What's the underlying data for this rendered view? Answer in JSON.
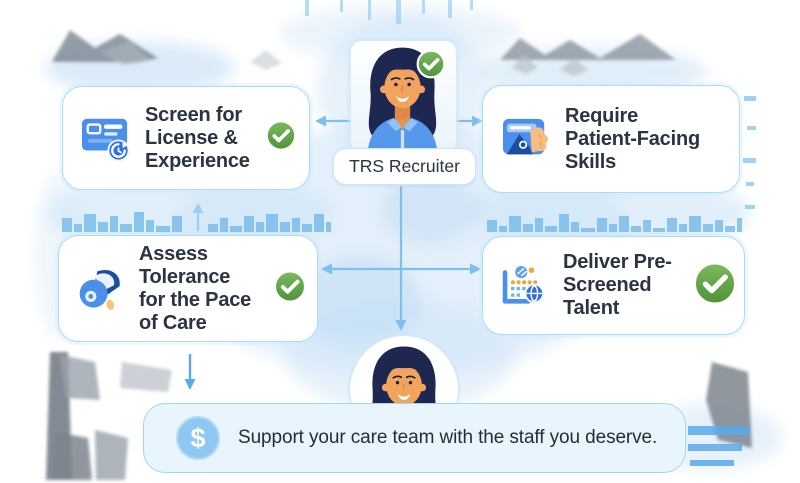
{
  "recruiter": {
    "label": "TRS Recruiter",
    "avatar_icon": "female-recruiter-avatar",
    "status_icon": "green-check-icon"
  },
  "cards": {
    "screen": {
      "lines": [
        "Screen for",
        "License &",
        "Experience"
      ],
      "icon": "license-clock-icon",
      "checked": true
    },
    "patient": {
      "lines": [
        "Require",
        "Patient-Facing",
        "Skills"
      ],
      "icon": "hand-id-card-icon",
      "checked": false
    },
    "tolerance": {
      "lines": [
        "Assess",
        "Tolerance",
        "for the Pace",
        "of Care"
      ],
      "icon": "pace-gauge-icon",
      "checked": true
    },
    "talent": {
      "lines": [
        "Deliver Pre-",
        "Screened",
        "Talent"
      ],
      "icon": "screening-checklist-icon",
      "checked": true
    }
  },
  "staff": {
    "avatar_icon": "female-staff-avatar"
  },
  "banner": {
    "dollar_glyph": "$",
    "icon": "dollar-icon",
    "text": "Support your care team with the staff you deserve."
  },
  "colors": {
    "accent_blue": "#4a90ea",
    "deep_blue": "#1d4e9e",
    "connector_blue": "#7fbfed",
    "check_green": "#5ea144",
    "text": "#2a3442",
    "banner_bg": "#e9f5fd",
    "card_border": "#a9dcf6"
  }
}
